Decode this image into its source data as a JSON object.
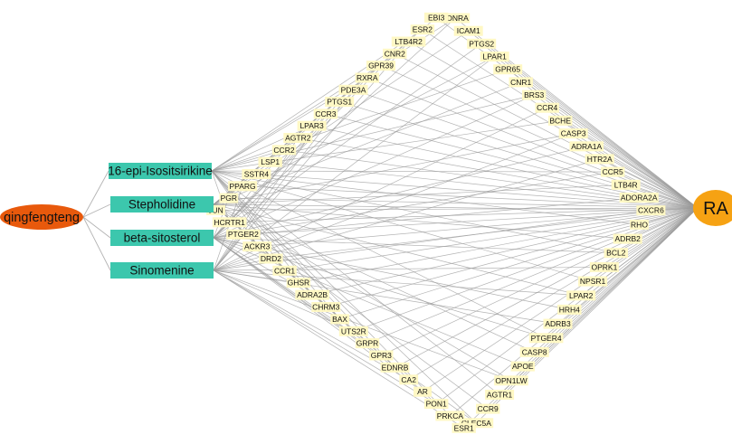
{
  "network": {
    "herb": {
      "label": "qingfengteng",
      "color": "#e8590c"
    },
    "disease": {
      "label": "RA",
      "color": "#f6a213"
    },
    "compound_color": "#3cc7ad",
    "target_color": "#fff8c4",
    "edge_color": "#9a9a9a",
    "compounds": [
      "16-epi-Isositsirikine",
      "Stepholidine",
      "beta-sitosterol",
      "Sinomenine"
    ],
    "targets": [
      "FDNRA",
      "ICAM1",
      "PTGS2",
      "LPAR1",
      "GPR65",
      "CNR1",
      "BRS3",
      "CCR4",
      "BCHE",
      "CASP3",
      "ADRA1A",
      "HTR2A",
      "CCR5",
      "LTB4R",
      "ADORA2A",
      "CXCR6",
      "RHO",
      "ADRB2",
      "BCL2",
      "OPRK1",
      "NPSR1",
      "LPAR2",
      "HRH4",
      "ADRB3",
      "PTGER4",
      "CASP8",
      "APOE",
      "OPN1LW",
      "AGTR1",
      "CCR9",
      "CLEC5A",
      "ESR1",
      "PRKCA",
      "PON1",
      "AR",
      "CA2",
      "EDNRB",
      "GPR3",
      "GRPR",
      "UTS2R",
      "BAX",
      "CHRM3",
      "ADRA2B",
      "GHSR",
      "CCR1",
      "DRD2",
      "ACKR3",
      "PTGER2",
      "HCRTR1",
      "JUN",
      "PGR",
      "PPARG",
      "SSTR4",
      "LSP1",
      "CCR2",
      "AGTR2",
      "LPAR3",
      "CCR3",
      "PTGS1",
      "PDE3A",
      "RXRA",
      "GPR39",
      "CNR2",
      "LTB4R2",
      "ESR2",
      "EBI3"
    ]
  }
}
